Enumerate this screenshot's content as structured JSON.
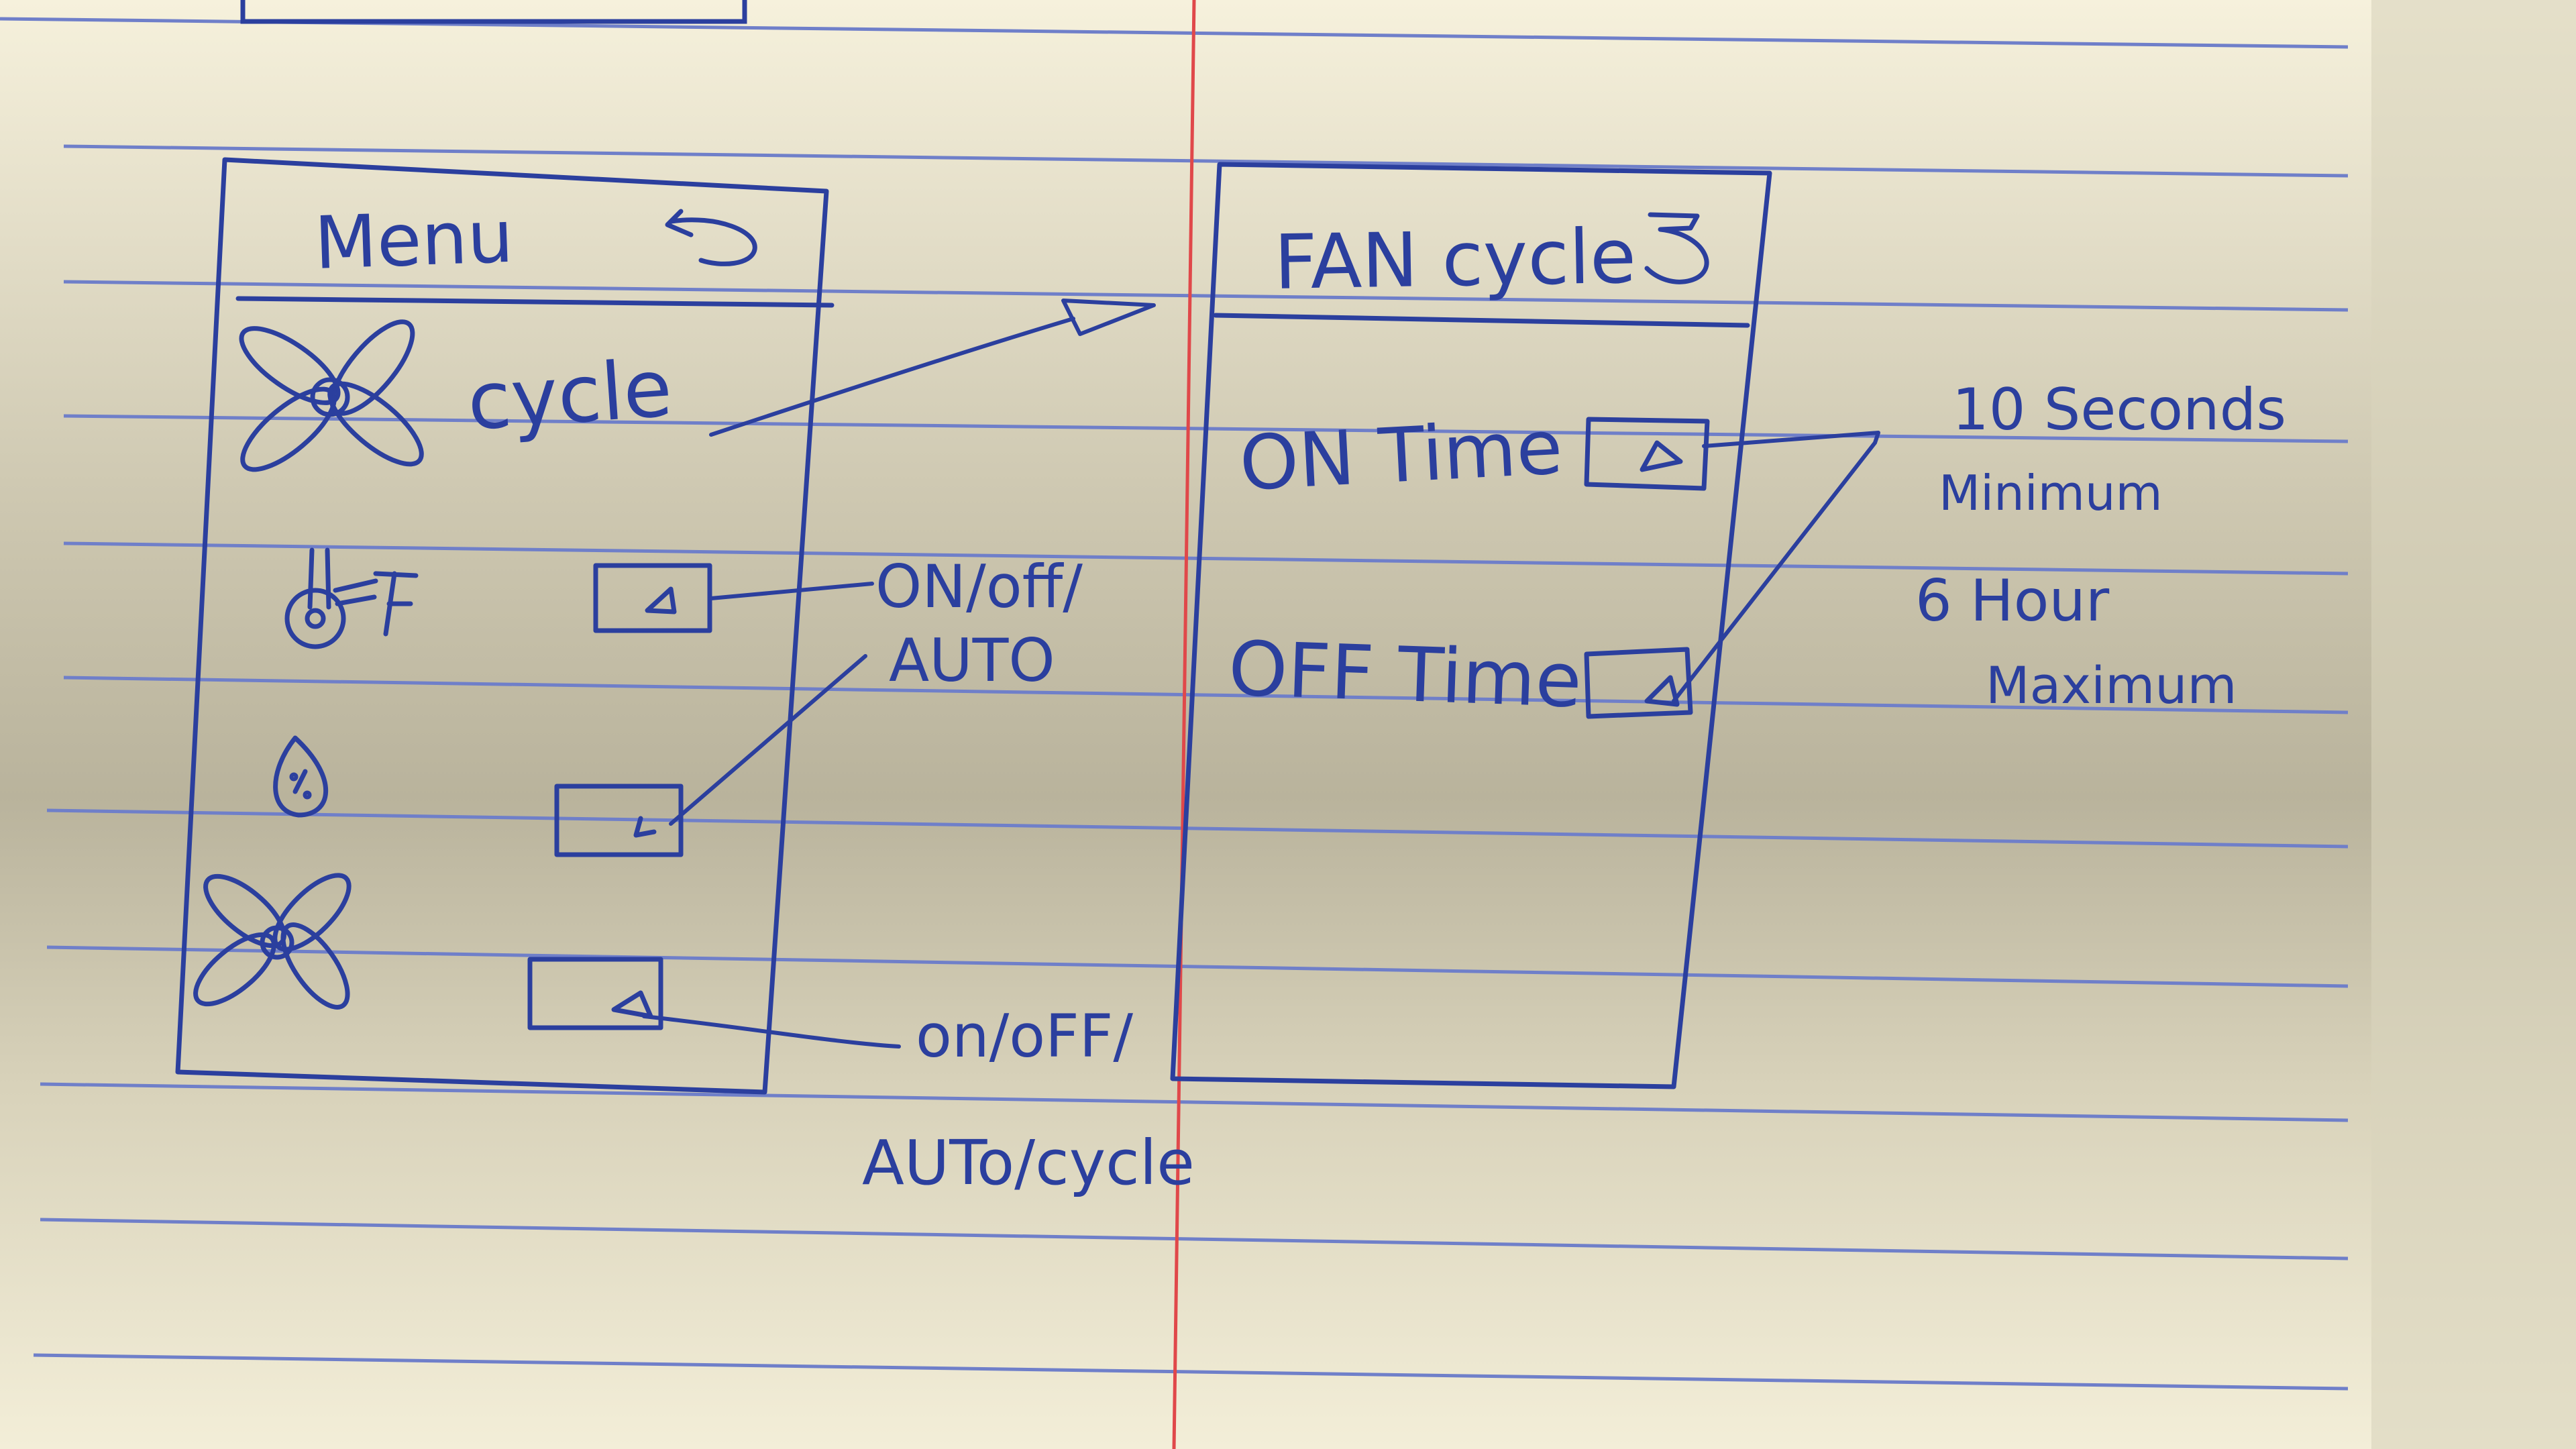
{
  "colors": {
    "paper": "#efe9d2",
    "rule_line": "#6f7fc9",
    "margin_line": "#e0484a",
    "ink": "#2b3f9e",
    "shadow": "#8c8772"
  },
  "menu_screen": {
    "title": "Menu",
    "back_icon": "back-arrow-icon",
    "items": [
      {
        "icon": "fan-icon",
        "label": "cycle"
      },
      {
        "icon": "thermometer-icon",
        "label": "°F",
        "control": "dropdown"
      },
      {
        "icon": "humidity-drop-icon",
        "label": "%",
        "control": "dropdown"
      },
      {
        "icon": "fan-icon",
        "control": "dropdown"
      }
    ]
  },
  "fan_cycle_screen": {
    "title": "FAN cycle",
    "back_icon": "back-arrow-icon",
    "fields": [
      {
        "label": "ON Time",
        "control": "dropdown"
      },
      {
        "label": "OFF Time",
        "control": "dropdown"
      }
    ]
  },
  "annotations": {
    "thermo_options_line1": "ON/off/",
    "thermo_options_line2": "AUTO",
    "fan_options_line1": "on/oFF/",
    "fan_options_line2": "AUTo/cycle",
    "time_range_line1": "10 Seconds",
    "time_range_line2": "Minimum",
    "time_range_line3": "6 Hour",
    "time_range_line4": "Maximum"
  }
}
